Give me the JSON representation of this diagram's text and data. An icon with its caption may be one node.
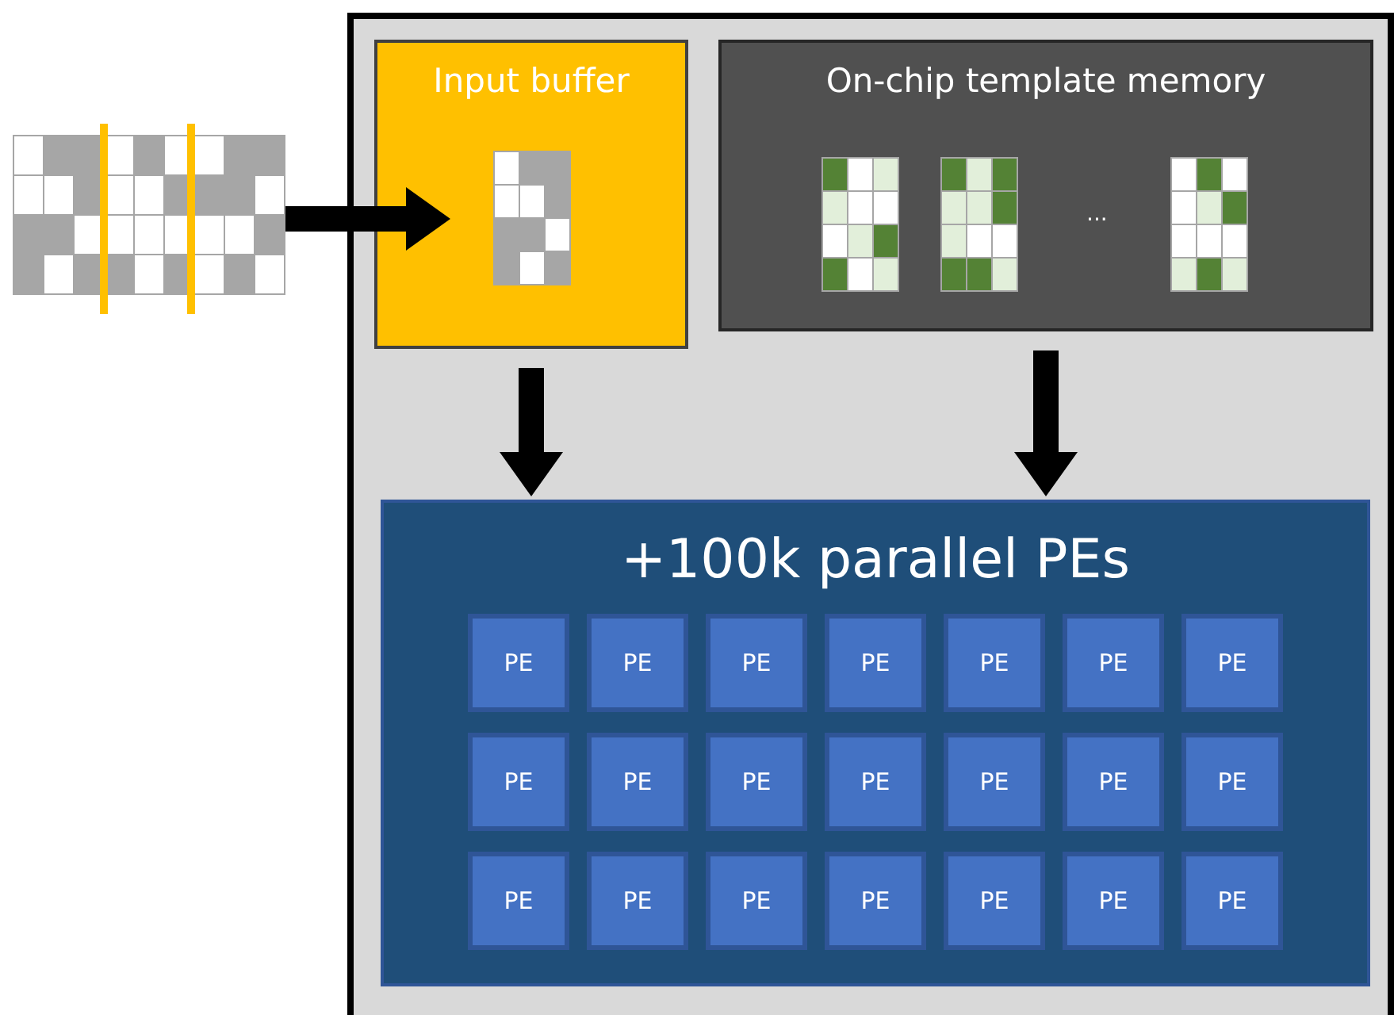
{
  "diagram": {
    "nodes": [
      {
        "text": [],
        "shape": "picture"
      },
      {
        "text": [],
        "shape": "box"
      },
      {
        "text": [
          "Input buffer"
        ],
        "in": 1
      },
      {
        "text": [
          "On-chip template memory",
          "..."
        ],
        "in": 1
      },
      {
        "text": [
          "+100k parallel PEs"
        ],
        "in": 1
      },
      {
        "text": [
          "PE"
        ],
        "in": 4
      },
      {
        "text": [
          "PE"
        ],
        "in": 4
      },
      {
        "text": [
          "PE"
        ],
        "in": 4
      },
      {
        "text": [
          "PE"
        ],
        "in": 4
      },
      {
        "text": [
          "PE"
        ],
        "in": 4
      },
      {
        "text": [
          "PE"
        ],
        "in": 4
      },
      {
        "text": [
          "PE"
        ],
        "in": 4
      },
      {
        "text": [
          "PE"
        ],
        "in": 4
      },
      {
        "text": [
          "PE"
        ],
        "in": 4
      },
      {
        "text": [
          "PE"
        ],
        "in": 4
      },
      {
        "text": [
          "PE"
        ],
        "in": 4
      },
      {
        "text": [
          "PE"
        ],
        "in": 4
      },
      {
        "text": [
          "PE"
        ],
        "in": 4
      },
      {
        "text": [
          "PE"
        ],
        "in": 4
      },
      {
        "text": [
          "PE"
        ],
        "in": 4
      },
      {
        "text": [
          "PE"
        ],
        "in": 4
      },
      {
        "text": [
          "PE"
        ],
        "in": 4
      },
      {
        "text": [
          "PE"
        ],
        "in": 4
      },
      {
        "text": [
          "PE"
        ],
        "in": 4
      },
      {
        "text": [
          "PE"
        ],
        "in": 4
      },
      {
        "text": [
          "PE"
        ],
        "in": 4
      }
    ],
    "edges": [
      {
        "from": 0,
        "to": 2,
        "arrow": "to"
      },
      {
        "from": 2,
        "to": 4,
        "arrow": "to"
      },
      {
        "from": 3,
        "to": 4,
        "arrow": "to"
      }
    ]
  }
}
